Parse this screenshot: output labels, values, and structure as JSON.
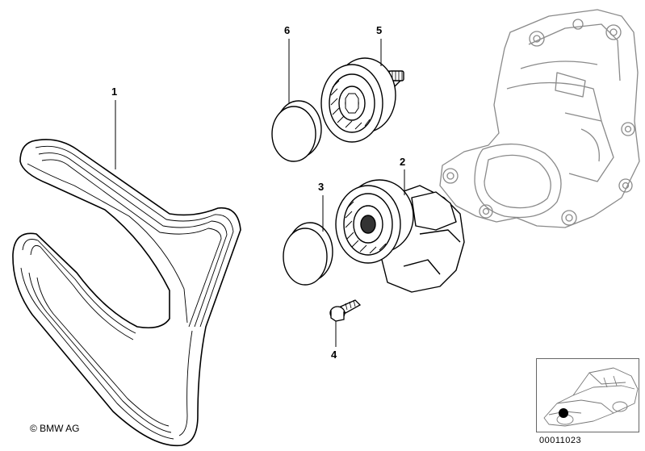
{
  "callouts": {
    "belt": "1",
    "tensioner": "2",
    "tensioner_cap": "3",
    "bolt": "4",
    "idler_pulley": "5",
    "idler_cap": "6"
  },
  "footer": {
    "copyright": "© BMW AG",
    "doc_number": "00011023"
  },
  "colors": {
    "line": "#000000",
    "ghost_line": "#8a8a8a",
    "background": "#ffffff",
    "marker": "#000000"
  }
}
